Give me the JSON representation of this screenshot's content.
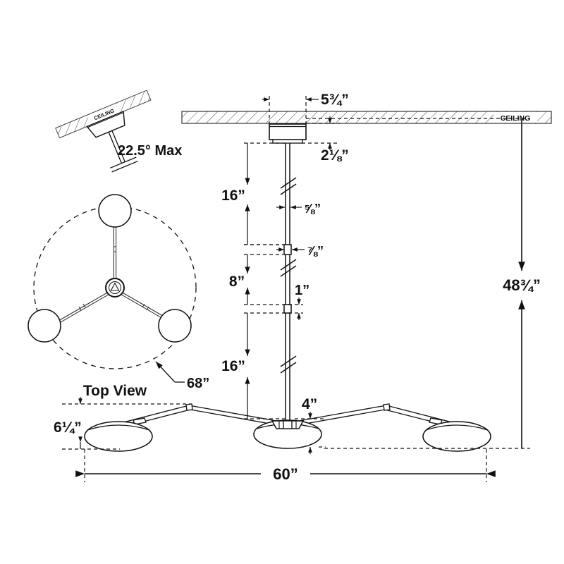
{
  "drawing": {
    "type": "technical-dimension-drawing",
    "subject": "3-arm ceiling chandelier elevation and top view",
    "units": "inches",
    "line_color": "#1a1a1a",
    "background": "#ffffff"
  },
  "labels": {
    "ceiling_right": "CEILING",
    "ceiling_sloped": "CEILING",
    "top_view": "Top View",
    "max_angle": "22.5° Max"
  },
  "dimensions": {
    "canopy_width": "5¾”",
    "canopy_height": "2⅛”",
    "stem_upper": "16”",
    "stem_diameter": "⅝”",
    "coupling_upper": "⅞”",
    "stem_middle": "8”",
    "coupling_lower": "1”",
    "stem_lower": "16”",
    "hub_height": "4”",
    "shade_drop": "6¼”",
    "overall_width": "60”",
    "overall_height": "48¾”",
    "top_view_diameter": "68”"
  },
  "geometry": {
    "arm_count": 3,
    "arm_spacing_degrees": 120,
    "top_view_circle_style": "dashed",
    "elevation_shades": 3
  }
}
